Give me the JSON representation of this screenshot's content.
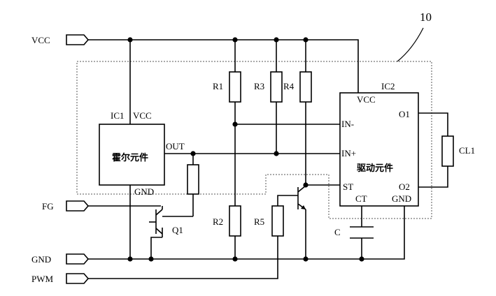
{
  "module_label": "10",
  "ports": {
    "vcc": "VCC",
    "fg": "FG",
    "gnd": "GND",
    "pwm": "PWM"
  },
  "ic1": {
    "name": "IC1",
    "vcc_pin": "VCC",
    "out_pin": "OUT",
    "gnd_pin": "GND",
    "body": "霍尔元件"
  },
  "ic2": {
    "name": "IC2",
    "vcc_pin": "VCC",
    "in_minus_pin": "IN-",
    "in_plus_pin": "IN+",
    "st_pin": "ST",
    "ct_pin": "CT",
    "gnd_pin": "GND",
    "o1_pin": "O1",
    "o2_pin": "O2",
    "body": "驱动元件"
  },
  "components": {
    "r1": "R1",
    "r2": "R2",
    "r3": "R3",
    "r4": "R4",
    "r5": "R5",
    "q1": "Q1",
    "c": "C",
    "cl1": "CL1"
  }
}
